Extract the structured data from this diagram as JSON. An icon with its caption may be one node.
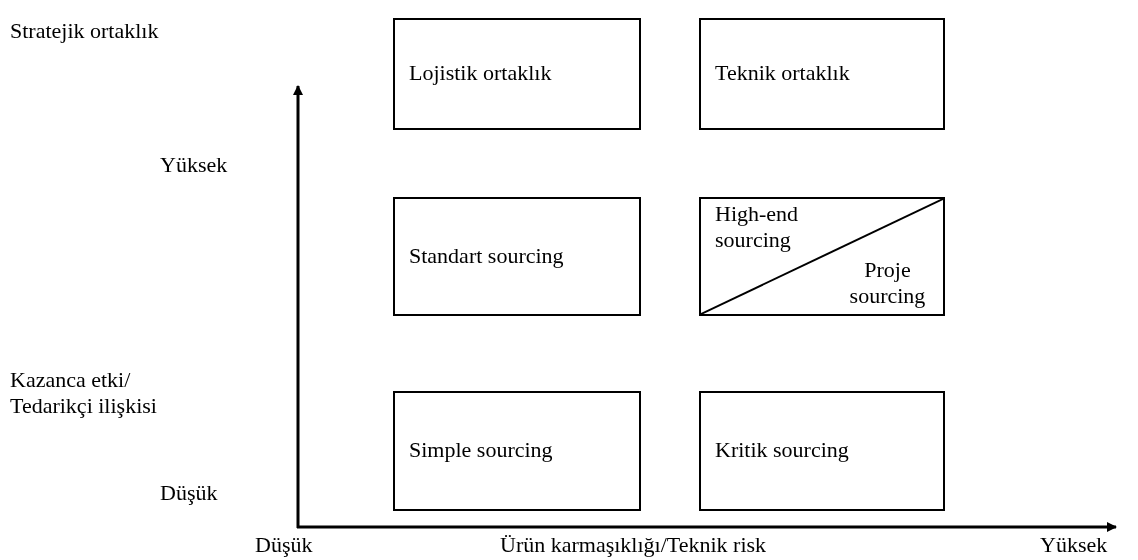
{
  "diagram": {
    "nodes": [
      {
        "text": [
          "Lojistik ortaklık"
        ]
      },
      {
        "text": [
          "Teknik ortaklık"
        ]
      },
      {
        "text": [
          "Standart sourcing"
        ]
      },
      {
        "text": [
          "High-end sourcing",
          "Proje sourcing"
        ]
      },
      {
        "text": [
          "Simple sourcing"
        ]
      },
      {
        "text": [
          "Kritik sourcing"
        ]
      }
    ],
    "edges": [],
    "labels": [
      "Stratejik ortaklık",
      "Yüksek",
      "Kazanca etki/ Tedarikçi ilişkisi",
      "Düşük",
      "Düşük",
      "Ürün karmaşıklığı/Teknik risk",
      "Yüksek"
    ]
  }
}
